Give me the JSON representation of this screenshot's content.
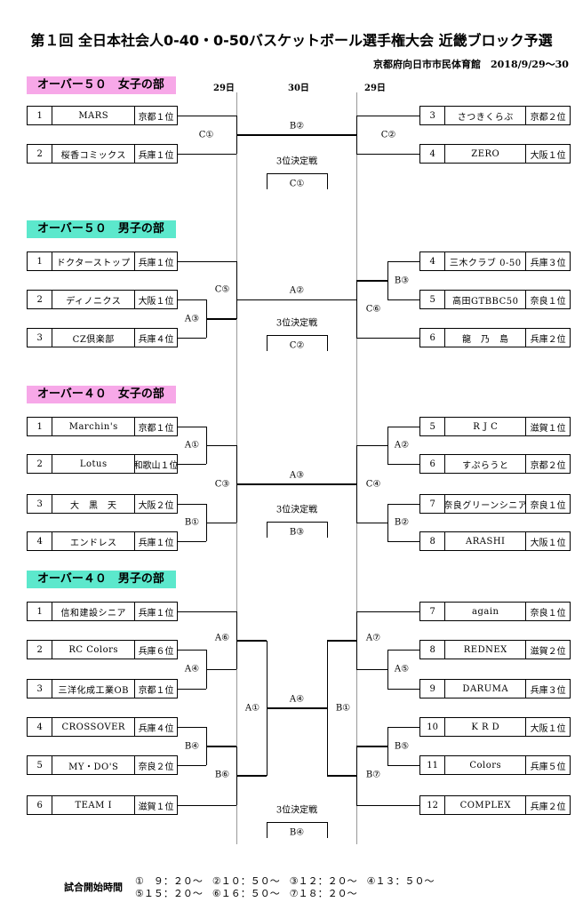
{
  "header": {
    "title": "第１回 全日本社会人0-40・0-50バスケットボール選手権大会 近畿ブロック予選",
    "venue": "京都府向日市市民体育館　2018/9/29～30"
  },
  "days": {
    "left": "29日",
    "center": "30日",
    "right": "29日"
  },
  "third_place_label": "3位決定戦",
  "colors": {
    "women_header": "#f7a8e8",
    "men_header": "#5ce8cc",
    "lines": "#000000"
  },
  "sections": [
    {
      "title": "オーバー５０　女子の部",
      "left": [
        {
          "num": "1",
          "name": "MARS",
          "pref": "京都１位"
        },
        {
          "num": "2",
          "name": "桜香コミックス",
          "pref": "兵庫１位"
        }
      ],
      "right": [
        {
          "num": "3",
          "name": "さつきくらぶ",
          "pref": "京都２位"
        },
        {
          "num": "4",
          "name": "ZERO",
          "pref": "大阪１位"
        }
      ],
      "labels": {
        "l1": "C①",
        "r1": "C②",
        "final": "B②",
        "third": "C①"
      }
    },
    {
      "title": "オーバー５０　男子の部",
      "left": [
        {
          "num": "1",
          "name": "ドクターストップ",
          "pref": "兵庫１位"
        },
        {
          "num": "2",
          "name": "ディノニクス",
          "pref": "大阪１位"
        },
        {
          "num": "3",
          "name": "CZ倶楽部",
          "pref": "兵庫４位"
        }
      ],
      "right": [
        {
          "num": "4",
          "name": "三木クラブ 0-50",
          "pref": "兵庫３位"
        },
        {
          "num": "5",
          "name": "高田GTBBC50",
          "pref": "奈良１位"
        },
        {
          "num": "6",
          "name": "龍　乃　島",
          "pref": "兵庫２位"
        }
      ],
      "labels": {
        "l_inner": "A③",
        "l_outer": "C⑤",
        "r_inner": "B③",
        "r_outer": "C⑥",
        "final": "A②",
        "third": "C②"
      }
    },
    {
      "title": "オーバー４０　女子の部",
      "left": [
        {
          "num": "1",
          "name": "Marchin's",
          "pref": "京都１位"
        },
        {
          "num": "2",
          "name": "Lotus",
          "pref": "和歌山１位"
        },
        {
          "num": "3",
          "name": "大　黒　天",
          "pref": "大阪２位"
        },
        {
          "num": "4",
          "name": "エンドレス",
          "pref": "兵庫１位"
        }
      ],
      "right": [
        {
          "num": "5",
          "name": "R J C",
          "pref": "滋賀１位"
        },
        {
          "num": "6",
          "name": "すぷらうと",
          "pref": "京都２位"
        },
        {
          "num": "7",
          "name": "奈良グリーンシニア",
          "pref": "奈良１位"
        },
        {
          "num": "8",
          "name": "ARASHI",
          "pref": "大阪１位"
        }
      ],
      "labels": {
        "l_a": "A①",
        "l_b": "B①",
        "l_outer": "C③",
        "r_a": "A②",
        "r_b": "B②",
        "r_outer": "C④",
        "final": "A③",
        "third": "B③"
      }
    },
    {
      "title": "オーバー４０　男子の部",
      "left": [
        {
          "num": "1",
          "name": "信和建設シニア",
          "pref": "兵庫１位"
        },
        {
          "num": "2",
          "name": "RC Colors",
          "pref": "兵庫６位"
        },
        {
          "num": "3",
          "name": "三洋化成工業OB",
          "pref": "京都１位"
        },
        {
          "num": "4",
          "name": "CROSSOVER",
          "pref": "兵庫４位"
        },
        {
          "num": "5",
          "name": "MY・DO'S",
          "pref": "奈良２位"
        },
        {
          "num": "6",
          "name": "TEAM I",
          "pref": "滋賀１位"
        }
      ],
      "right": [
        {
          "num": "7",
          "name": "again",
          "pref": "奈良１位"
        },
        {
          "num": "8",
          "name": "REDNEX",
          "pref": "滋賀２位"
        },
        {
          "num": "9",
          "name": "DARUMA",
          "pref": "兵庫３位"
        },
        {
          "num": "10",
          "name": "K R D",
          "pref": "大阪１位"
        },
        {
          "num": "11",
          "name": "Colors",
          "pref": "兵庫５位"
        },
        {
          "num": "12",
          "name": "COMPLEX",
          "pref": "兵庫２位"
        }
      ],
      "labels": {
        "l_a4": "A④",
        "l_a6": "A⑥",
        "l_b4": "B④",
        "l_b6": "B⑥",
        "l_semi": "A①",
        "r_a5": "A⑤",
        "r_a7": "A⑦",
        "r_b5": "B⑤",
        "r_b7": "B⑦",
        "r_semi": "B①",
        "final": "A④",
        "third": "B④"
      }
    }
  ],
  "footer": {
    "label": "試合開始時間",
    "line1": "①　９：２０～　②１０：５０～　③１２：２０～　④１３：５０～",
    "line2": "⑤１５：２０～　⑥１６：５０～　⑦１８：２０～"
  }
}
